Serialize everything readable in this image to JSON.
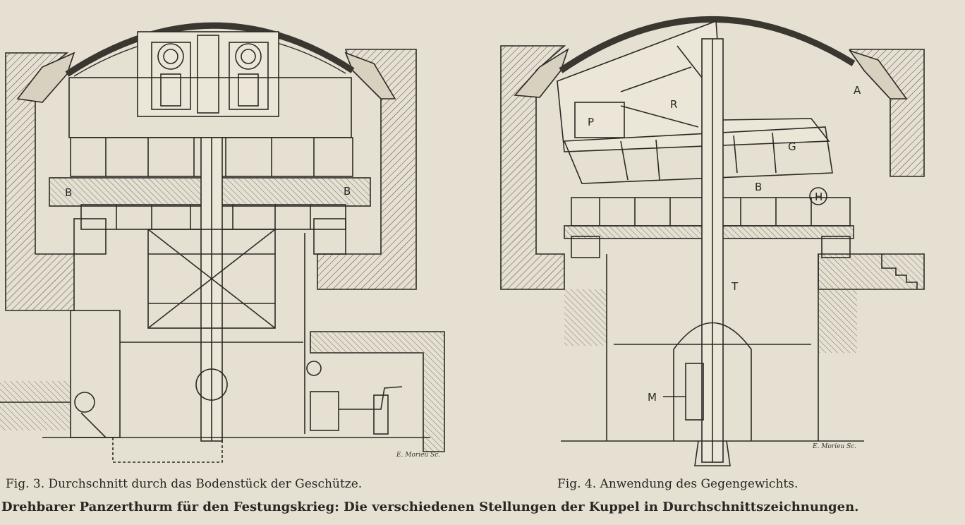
{
  "figures": [
    {
      "caption": "Fig. 3.  Durchschnitt durch das Bodenstück der Geschütze.",
      "signature": "E. Morieu Sc.",
      "labels": {
        "left_b": "B",
        "right_b": "B"
      }
    },
    {
      "caption": "Fig. 4.  Anwendung des Gegengewichts.",
      "signature": "E. Morieu Sc.",
      "labels": {
        "a": "A",
        "r": "R",
        "p": "P",
        "g": "G",
        "b": "B",
        "h": "H",
        "t": "T",
        "m": "M"
      }
    }
  ],
  "title": "Drehbarer Panzerthurm für den Festungskrieg:  Die verschiedenen Stellungen der Kuppel in Durchschnittszeichnungen."
}
